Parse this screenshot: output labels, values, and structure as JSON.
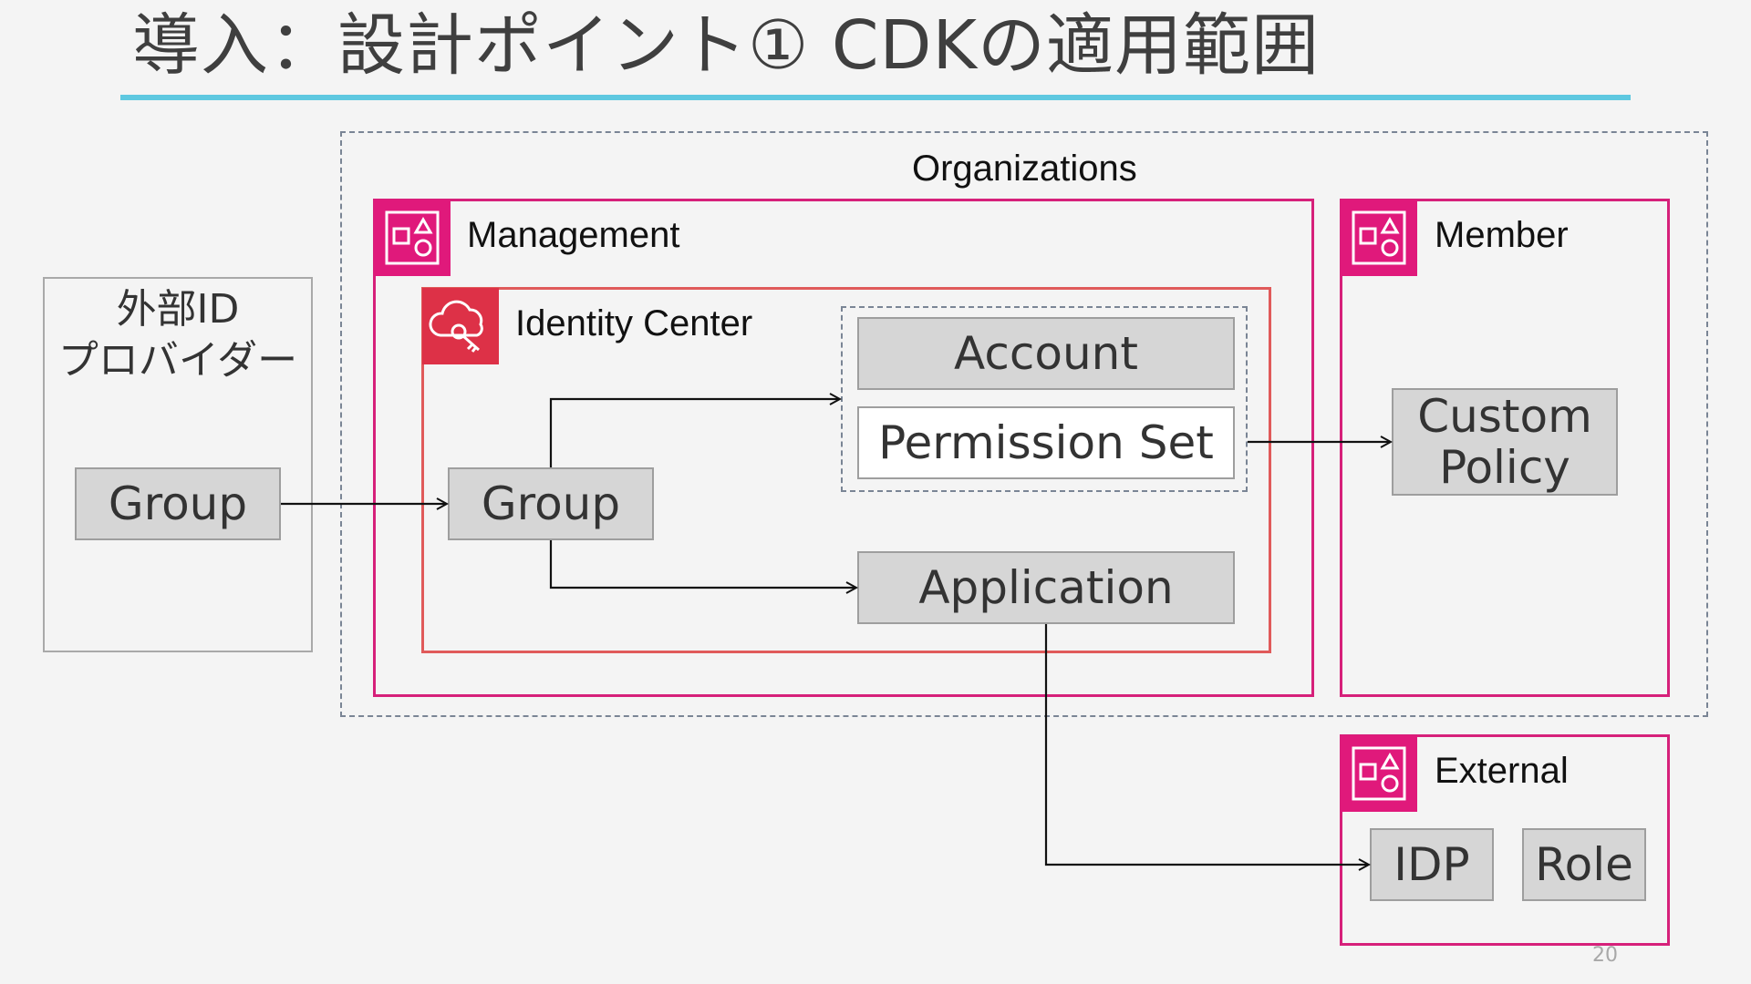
{
  "title": "導入：設計ポイント① CDKの適用範囲",
  "page_number": "20",
  "icons": {
    "account_group": "aws-account-group-icon",
    "identity_center": "aws-identity-center-icon"
  },
  "colors": {
    "accent_rule": "#5ec8e0",
    "account_border": "#d6207a",
    "identity_center_border": "#e05a5a",
    "organizations_border": "#7a8595"
  },
  "diagram": {
    "external_idp": {
      "label": "外部ID\nプロバイダー",
      "group": "Group"
    },
    "organizations": {
      "label": "Organizations"
    },
    "management": {
      "label": "Management",
      "identity_center": {
        "label": "Identity Center",
        "group": "Group",
        "account": "Account",
        "permission_set": "Permission Set",
        "application": "Application"
      }
    },
    "member": {
      "label": "Member",
      "custom_policy": "Custom\nPolicy"
    },
    "external": {
      "label": "External",
      "idp": "IDP",
      "role": "Role"
    }
  }
}
